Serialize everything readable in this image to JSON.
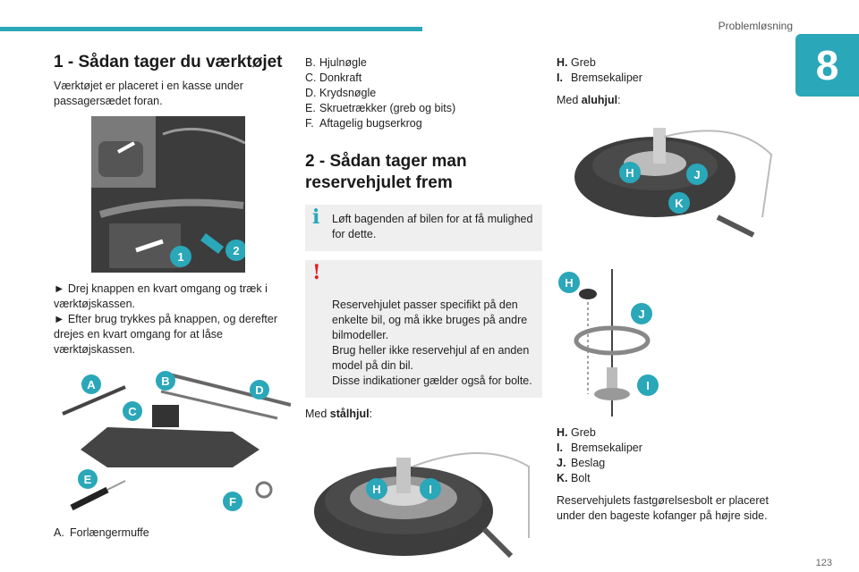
{
  "header": {
    "section_title": "Problemløsning",
    "chapter_number": "8"
  },
  "col1": {
    "title": "1 - Sådan tager du værktøjet",
    "intro": "Værktøjet er placeret i en kasse under passagersædet foran.",
    "steps": [
      "► Drej knappen en kvart omgang og træk i værktøjskassen.",
      "► Efter brug trykkes på knappen, og derefter drejes en kvart omgang for at låse værktøjskassen."
    ],
    "fig1_labels": [
      "1",
      "2"
    ],
    "fig2_labels": [
      "A",
      "B",
      "C",
      "D",
      "E",
      "F"
    ],
    "list": [
      {
        "key": "A.",
        "text": "Forlængermuffe"
      }
    ]
  },
  "col2": {
    "list": [
      {
        "key": "B.",
        "text": "Hjulnøgle"
      },
      {
        "key": "C.",
        "text": "Donkraft"
      },
      {
        "key": "D.",
        "text": "Krydsnøgle"
      },
      {
        "key": "E.",
        "text": "Skruetrækker (greb og bits)"
      },
      {
        "key": "F.",
        "text": "Aftagelig bugserkrog"
      }
    ],
    "title": "2 - Sådan tager man reservehjulet frem",
    "info_notice": "Løft bagenden af bilen for at få mulighed for dette.",
    "warn_notice": "Reservehjulet passer specifikt på den enkelte bil, og må ikke bruges på andre bilmodeller.\nBrug heller ikke reservehjul af en anden model på din bil.\nDisse indikationer gælder også for bolte.",
    "steel_prefix": "Med ",
    "steel_bold": "stålhjul",
    "steel_suffix": ":",
    "fig_labels": [
      "H",
      "I"
    ]
  },
  "col3": {
    "list_top": [
      {
        "key": "H.",
        "text": "Greb"
      },
      {
        "key": "I.",
        "text": "Bremsekaliper"
      }
    ],
    "alu_prefix": "Med ",
    "alu_bold": "aluhjul",
    "alu_suffix": ":",
    "fig1_labels": [
      "H",
      "J",
      "K"
    ],
    "fig2_labels": [
      "H",
      "J",
      "I"
    ],
    "list_bottom": [
      {
        "key": "H.",
        "text": "Greb"
      },
      {
        "key": "I.",
        "text": "Bremsekaliper"
      },
      {
        "key": "J.",
        "text": "Beslag"
      },
      {
        "key": "K.",
        "text": "Bolt"
      }
    ],
    "closing": "Reservehjulets fastgørelsesbolt er placeret under den bageste kofanger på højre side."
  },
  "footer": {
    "page_number": "123"
  },
  "colors": {
    "accent": "#2aa7b8",
    "warning": "#e31b23",
    "notice_bg": "#efefef"
  }
}
